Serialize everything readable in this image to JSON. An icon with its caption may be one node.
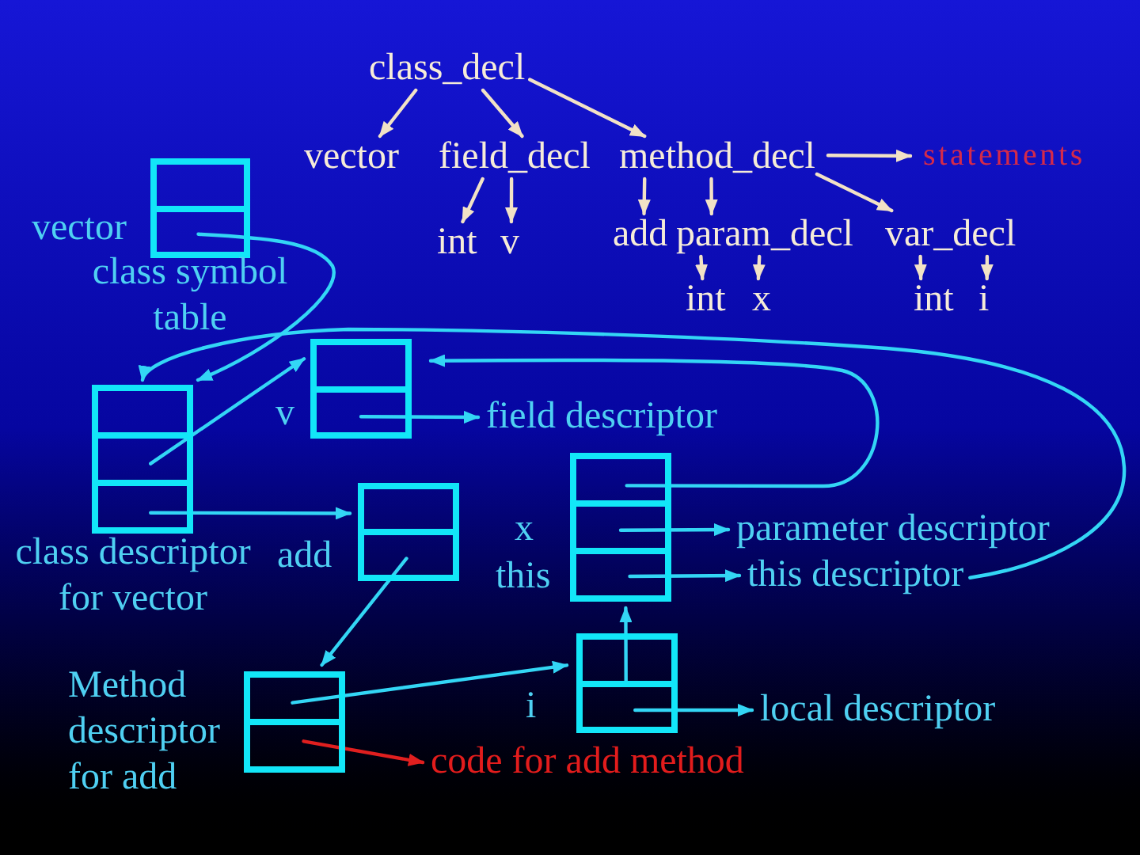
{
  "diagram": {
    "nodes": [
      {
        "text": [
          "class_decl"
        ]
      },
      {
        "text": [
          "vector"
        ]
      },
      {
        "text": [
          "field_decl"
        ]
      },
      {
        "text": [
          "method_decl"
        ]
      },
      {
        "text": [
          "statements"
        ]
      },
      {
        "text": [
          "int"
        ]
      },
      {
        "text": [
          "v"
        ]
      },
      {
        "text": [
          "add"
        ]
      },
      {
        "text": [
          "param_decl"
        ]
      },
      {
        "text": [
          "var_decl"
        ]
      },
      {
        "text": [
          "int"
        ]
      },
      {
        "text": [
          "x"
        ]
      },
      {
        "text": [
          "int"
        ]
      },
      {
        "text": [
          "i"
        ]
      },
      {
        "text": [],
        "shape": "box",
        "beside": [
          "vector",
          "class symbol table"
        ]
      },
      {
        "text": [],
        "shape": "box",
        "beside": [
          "class descriptor for vector"
        ]
      },
      {
        "text": [],
        "shape": "box",
        "beside": [
          "v"
        ]
      },
      {
        "text": [],
        "shape": "box",
        "beside": [
          "add"
        ]
      },
      {
        "text": [
          "field descriptor"
        ]
      },
      {
        "text": [],
        "shape": "box",
        "beside": [
          "x",
          "this"
        ]
      },
      {
        "text": [
          "parameter descriptor"
        ]
      },
      {
        "text": [
          "this descriptor"
        ]
      },
      {
        "text": [],
        "shape": "box",
        "beside": [
          "i"
        ]
      },
      {
        "text": [],
        "shape": "box",
        "beside": [
          "Method descriptor for add"
        ]
      },
      {
        "text": [
          "local descriptor"
        ]
      },
      {
        "text": [
          "code for add method"
        ]
      }
    ],
    "edges": [
      {
        "from": 0,
        "to": 1,
        "arrow": "to"
      },
      {
        "from": 0,
        "to": 2,
        "arrow": "to"
      },
      {
        "from": 0,
        "to": 3,
        "arrow": "to"
      },
      {
        "from": 3,
        "to": 4,
        "arrow": "to"
      },
      {
        "from": 2,
        "to": 5,
        "arrow": "to"
      },
      {
        "from": 2,
        "to": 6,
        "arrow": "to"
      },
      {
        "from": 3,
        "to": 7,
        "arrow": "to"
      },
      {
        "from": 3,
        "to": 8,
        "arrow": "to"
      },
      {
        "from": 3,
        "to": 9,
        "arrow": "to"
      },
      {
        "from": 8,
        "to": 10,
        "arrow": "to"
      },
      {
        "from": 8,
        "to": 11,
        "arrow": "to"
      },
      {
        "from": 9,
        "to": 12,
        "arrow": "to"
      },
      {
        "from": 9,
        "to": 13,
        "arrow": "to"
      },
      {
        "from": 14,
        "to": 15,
        "arrow": "to",
        "color": "#33d6f5"
      },
      {
        "from": 15,
        "to": 16,
        "arrow": "to",
        "color": "#33d6f5"
      },
      {
        "from": 15,
        "to": 17,
        "arrow": "to",
        "color": "#33d6f5"
      },
      {
        "from": 16,
        "to": 18,
        "arrow": "to",
        "color": "#33d6f5"
      },
      {
        "from": 19,
        "to": 16,
        "arrow": "to",
        "color": "#33d6f5"
      },
      {
        "from": 19,
        "to": 20,
        "arrow": "to",
        "color": "#33d6f5"
      },
      {
        "from": 19,
        "to": 21,
        "arrow": "to",
        "color": "#33d6f5"
      },
      {
        "from": 21,
        "to": 15,
        "arrow": "to",
        "color": "#33d6f5"
      },
      {
        "from": 22,
        "to": 19,
        "arrow": "to",
        "color": "#33d6f5"
      },
      {
        "from": 22,
        "to": 24,
        "arrow": "to",
        "color": "#33d6f5"
      },
      {
        "from": 17,
        "to": 23,
        "arrow": "to",
        "color": "#33d6f5"
      },
      {
        "from": 23,
        "to": 22,
        "arrow": "to",
        "color": "#33d6f5"
      },
      {
        "from": 23,
        "to": 25,
        "arrow": "to",
        "color": "#e01f1f"
      }
    ]
  }
}
